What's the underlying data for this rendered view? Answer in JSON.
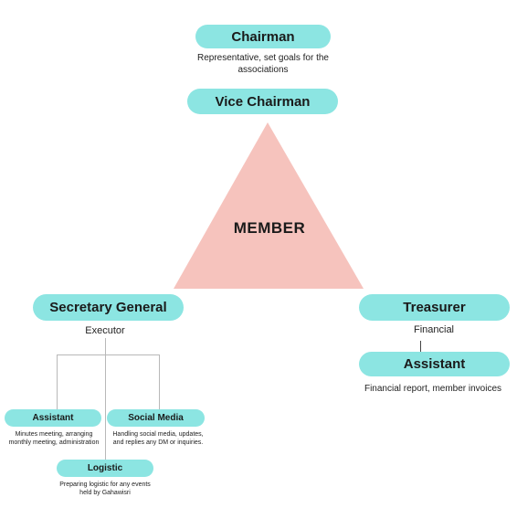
{
  "colors": {
    "pill": "#8ce5e2",
    "triangle": "#f6c3bd",
    "connector": "#b8b8b8",
    "text": "#1a1a1a"
  },
  "chairman": {
    "title": "Chairman",
    "description_line1": "Representative, set goals for the",
    "description_line2": "associations"
  },
  "vice_chairman": {
    "title": "Vice Chairman"
  },
  "center": {
    "label": "MEMBER"
  },
  "secretary_general": {
    "title": "Secretary General",
    "description": "Executor",
    "assistant": {
      "title": "Assistant",
      "description_line1": "Minutes meeting, arranging",
      "description_line2": "monthly meeting, administration"
    },
    "social_media": {
      "title": "Social Media",
      "description_line1": "Handling social media, updates,",
      "description_line2": "and replies any DM or inquiries."
    },
    "logistic": {
      "title": "Logistic",
      "description_line1": "Preparing logistic for any events",
      "description_line2": "held by Gahawisri"
    }
  },
  "treasurer": {
    "title": "Treasurer",
    "description": "Financial",
    "assistant": {
      "title": "Assistant",
      "description": "Financial report, member invoices"
    }
  }
}
